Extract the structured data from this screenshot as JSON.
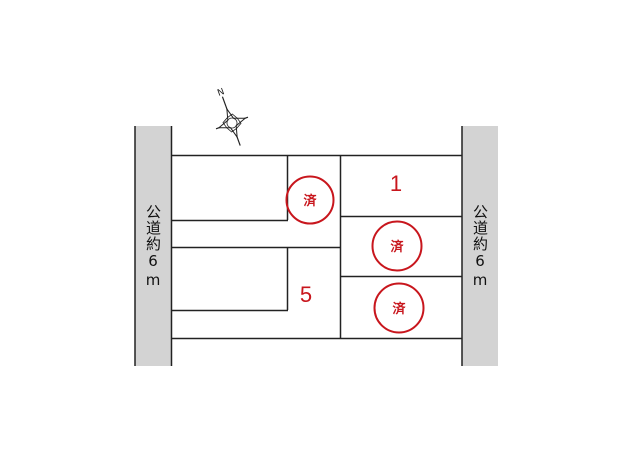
{
  "roads": {
    "left_label": "公道約6m",
    "right_label": "公道約6m",
    "color": "#d3d3d3"
  },
  "compass": {
    "north_label": "N",
    "icon": "compass-rose-icon"
  },
  "lots": {
    "lot1_label": "1",
    "lot5_label": "5",
    "sold_mark": "済",
    "sold_color": "#c8161d"
  }
}
